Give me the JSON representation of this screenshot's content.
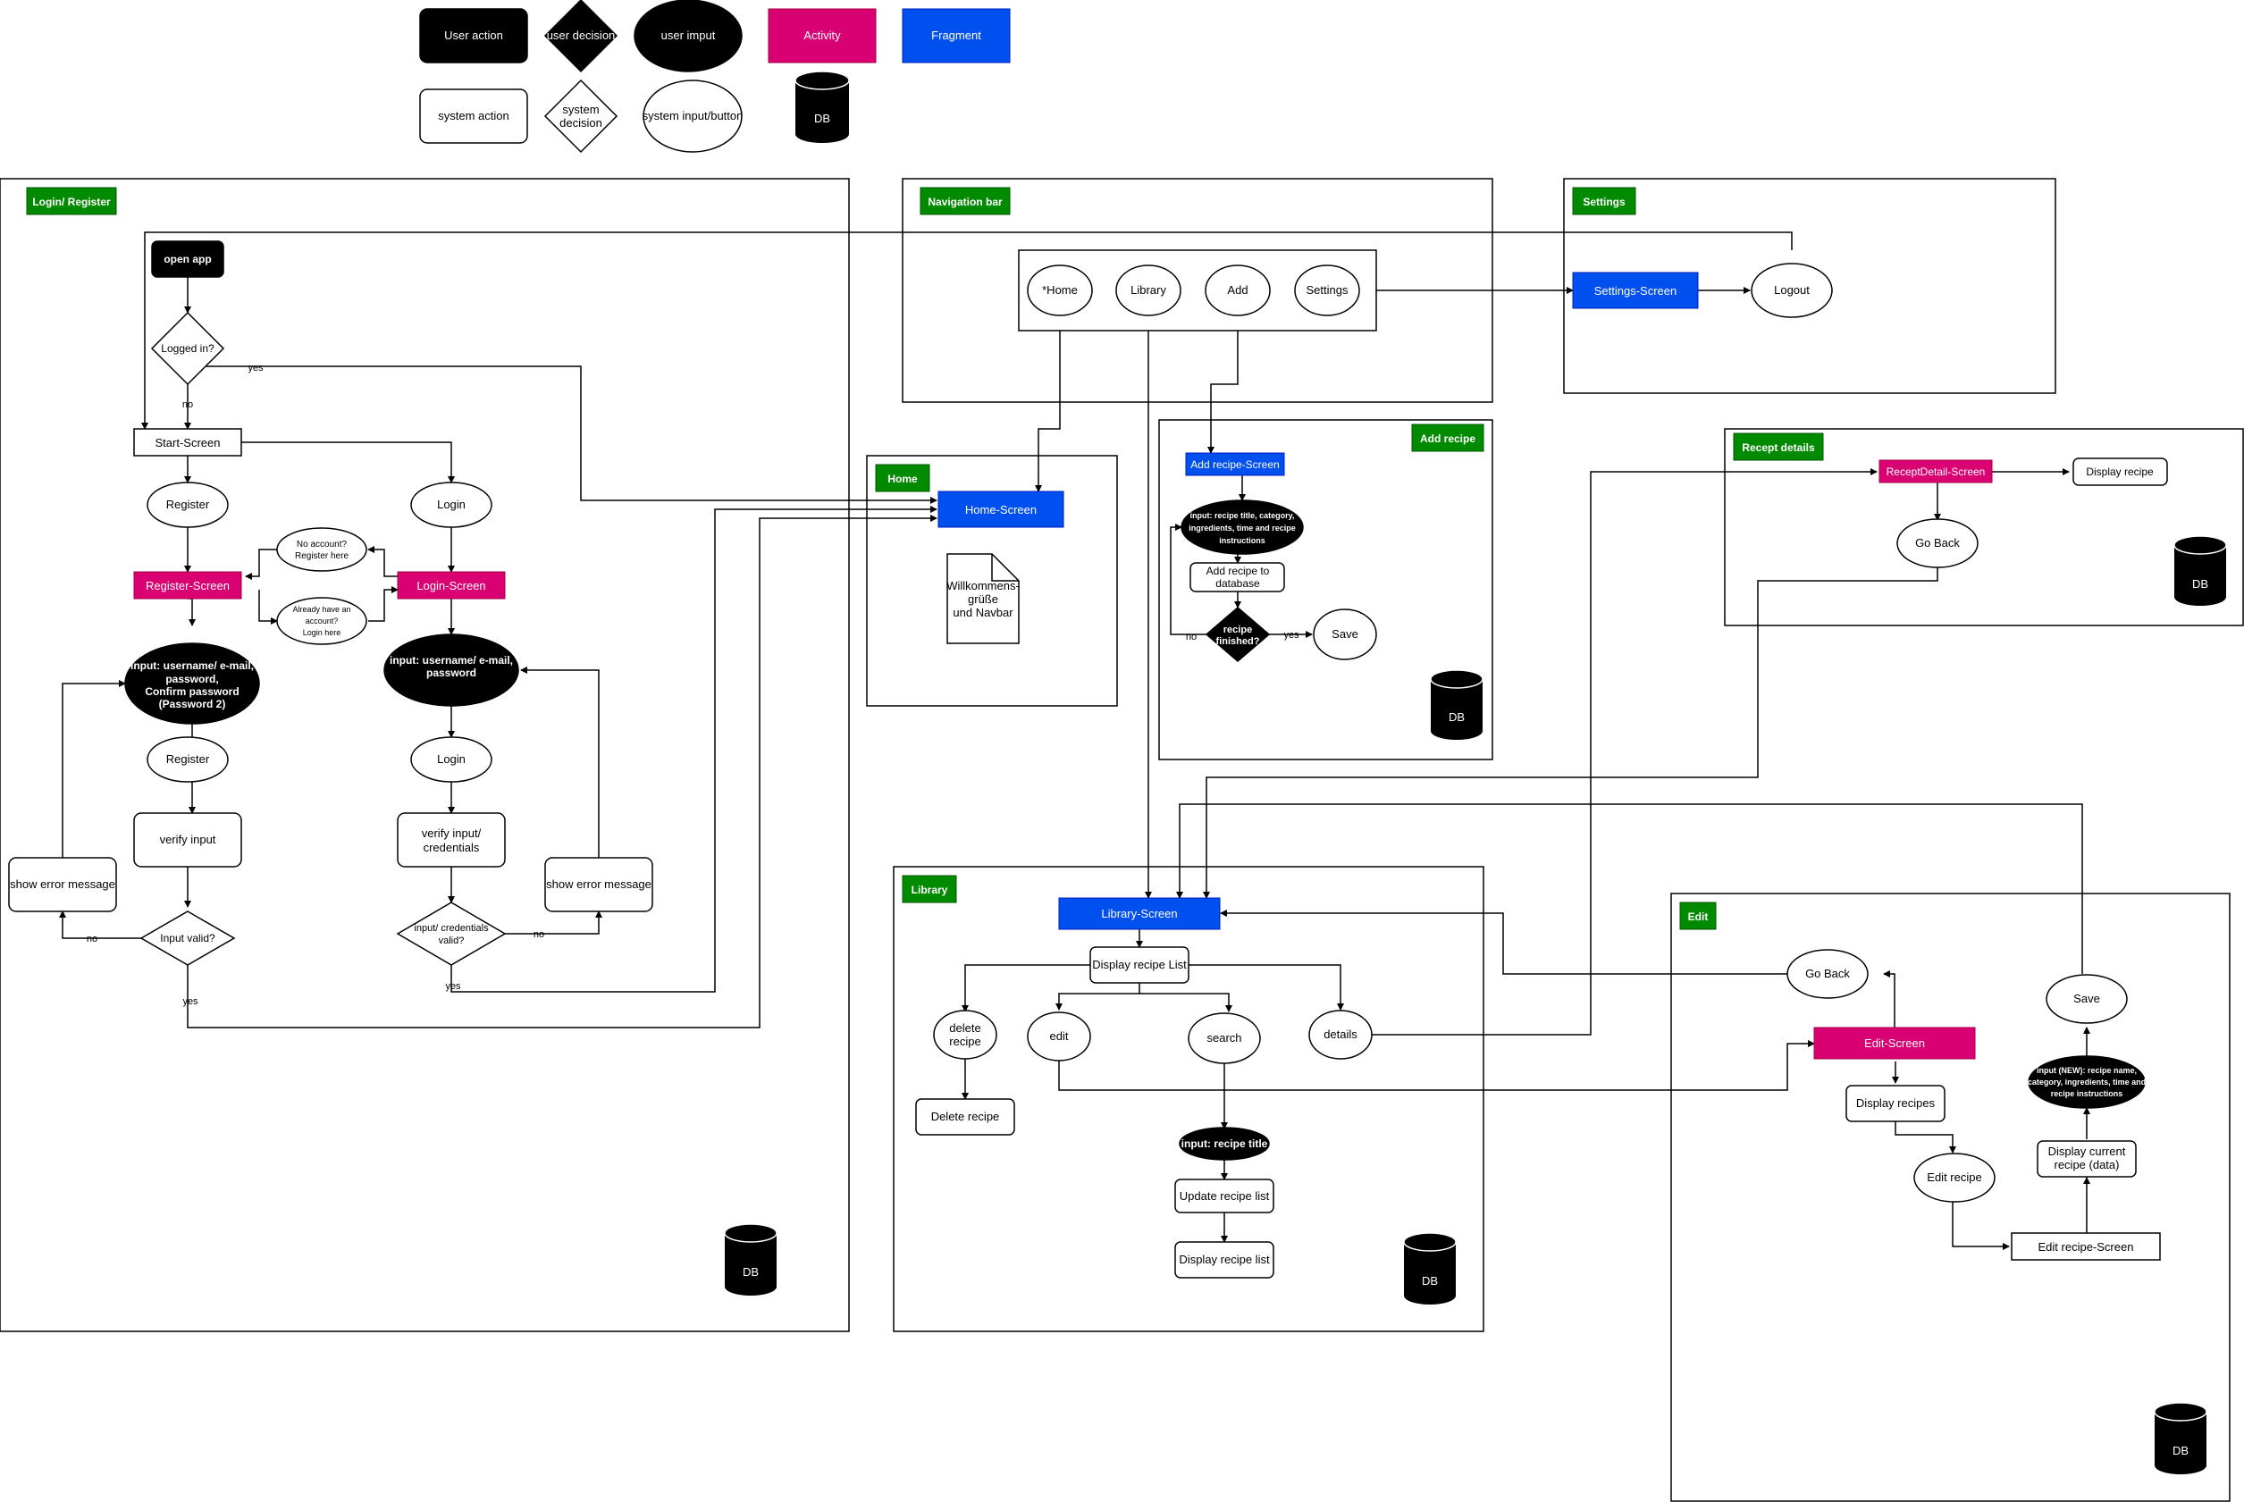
{
  "legend": {
    "user_action": "User action",
    "user_decision": "user decision",
    "user_input": "user imput",
    "activity": "Activity",
    "fragment": "Fragment",
    "system_action": "system action",
    "system_decision": [
      "system",
      "decision"
    ],
    "system_input": "system input/button",
    "db": "DB"
  },
  "colors": {
    "activity": "#d80073",
    "fragment": "#0050ef",
    "section_tag": "#008a00",
    "black": "#000000"
  },
  "sections": {
    "login": {
      "title": "Login/ Register",
      "open_app": "open app",
      "logged_in": "Logged in?",
      "yes": "yes",
      "no": "no",
      "start_screen": "Start-Screen",
      "register": "Register",
      "login": "Login",
      "register_screen": "Register-Screen",
      "login_screen": "Login-Screen",
      "no_account": [
        "No account?",
        "Register here"
      ],
      "already_account": [
        "Already have an",
        "account?",
        "Login here"
      ],
      "register_input": [
        "input: username/ e-mail,",
        "password,",
        "Confirm password",
        "(Password 2)"
      ],
      "login_input": [
        "input: username/ e-mail,",
        "password"
      ],
      "register_button": "Register",
      "login_button": "Login",
      "verify_input": "verify input",
      "verify_credentials": [
        "verify input/",
        "credentials"
      ],
      "show_error": "show error message",
      "input_valid": "Input valid?",
      "credentials_valid": [
        "input/ credentials",
        "valid?"
      ],
      "db": "DB"
    },
    "navbar": {
      "title": "Navigation bar",
      "home": "*Home",
      "library": "Library",
      "add": "Add",
      "settings": "Settings"
    },
    "settings": {
      "title": "Settings",
      "screen": "Settings-Screen",
      "logout": "Logout"
    },
    "home": {
      "title": "Home",
      "screen": "Home-Screen",
      "note": [
        "Willkommens-",
        "grüße",
        "und Navbar"
      ]
    },
    "add_recipe": {
      "title": "Add recipe",
      "screen": "Add recipe-Screen",
      "input": [
        "input: recipe title, category,",
        "ingredients, time and recipe",
        "instructions"
      ],
      "add_to_db": [
        "Add recipe to",
        "database"
      ],
      "finished": [
        "recipe",
        "finished?"
      ],
      "yes": "yes",
      "no": "no",
      "save": "Save",
      "db": "DB"
    },
    "recipe_details": {
      "title": "Recept details",
      "screen": "ReceptDetail-Screen",
      "display": "Display recipe",
      "go_back": "Go Back",
      "db": "DB"
    },
    "library": {
      "title": "Library",
      "screen": "Library-Screen",
      "display_list": "Display recipe List",
      "delete": [
        "delete",
        "recipe"
      ],
      "edit": "edit",
      "search": "search",
      "details": "details",
      "delete_action": "Delete recipe",
      "search_input": "input: recipe title",
      "update_list": "Update recipe list",
      "display_list2": "Display recipe list",
      "db": "DB"
    },
    "edit": {
      "title": "Edit",
      "screen": "Edit-Screen",
      "go_back": "Go Back",
      "save": "Save",
      "input": [
        "input (NEW): recipe name,",
        "category, ingredients, time and",
        "recipe instructions"
      ],
      "display_recipes": "Display recipes",
      "edit_recipe": "Edit recipe",
      "display_current": [
        "Display current",
        "recipe (data)"
      ],
      "edit_recipe_screen": "Edit recipe-Screen",
      "db": "DB"
    }
  }
}
